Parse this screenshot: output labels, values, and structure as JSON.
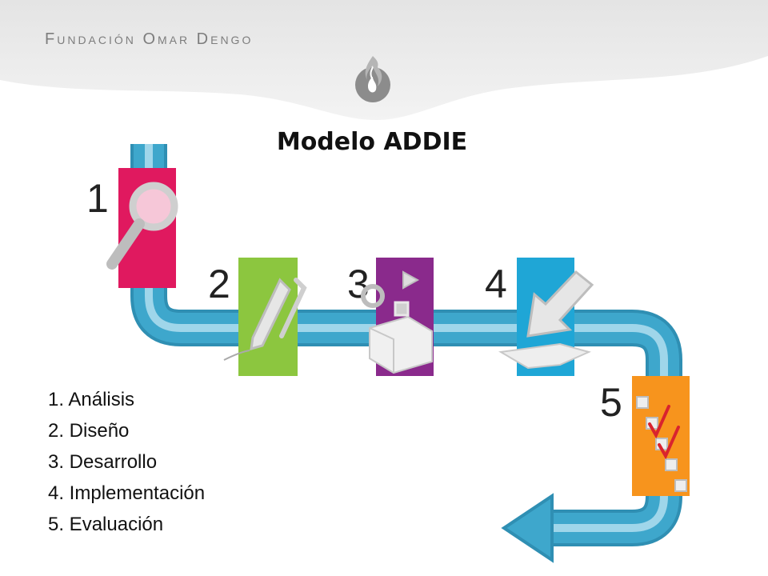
{
  "header": {
    "brand": "Fundación Omar Dengo",
    "logo_icon": "flame-logo-icon"
  },
  "title": "Modelo ADDIE",
  "colors": {
    "pipe": "#3ea7cc",
    "pipe_light": "#9fd6ea",
    "analysis": "#e0195f",
    "design": "#8cc63f",
    "development": "#8a2a8c",
    "implementation": "#1fa6d6",
    "evaluation": "#f7941d",
    "check": "#d9232e"
  },
  "steps": [
    {
      "number": "1",
      "label": "1. Análisis",
      "icon": "magnifier-icon"
    },
    {
      "number": "2",
      "label": "2. Diseño",
      "icon": "pencil-icon"
    },
    {
      "number": "3",
      "label": "3. Desarrollo",
      "icon": "box-shapes-icon"
    },
    {
      "number": "4",
      "label": "4. Implementación",
      "icon": "down-arrow-icon"
    },
    {
      "number": "5",
      "label": "5. Evaluación",
      "icon": "checklist-icon"
    }
  ]
}
